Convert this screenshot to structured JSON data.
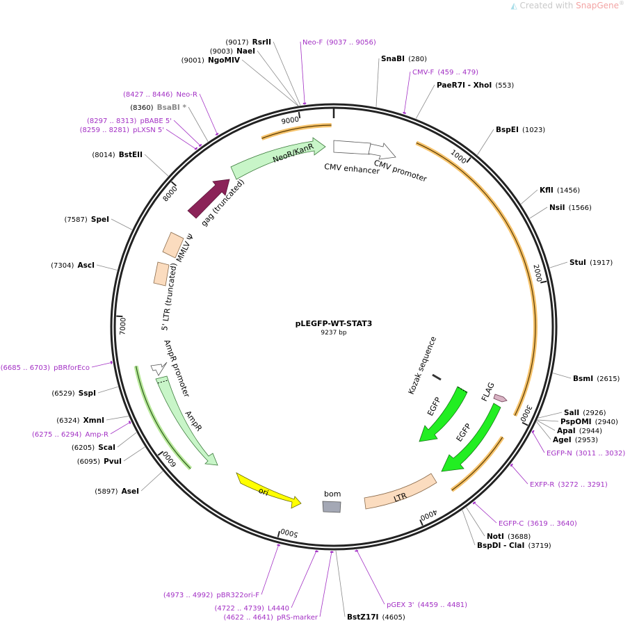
{
  "watermark": {
    "prefix": "Created with ",
    "brand": "SnapGene",
    "reg": "®"
  },
  "map": {
    "name": "pLEGFP-WT-STAT3",
    "size_label": "9237 bp",
    "length": 9237
  },
  "ticks": [
    {
      "pos": 1000,
      "label": "1000"
    },
    {
      "pos": 2000,
      "label": "2000"
    },
    {
      "pos": 3000,
      "label": "3000"
    },
    {
      "pos": 4000,
      "label": "4000"
    },
    {
      "pos": 5000,
      "label": "5000"
    },
    {
      "pos": 6000,
      "label": "6000"
    },
    {
      "pos": 7000,
      "label": "7000"
    },
    {
      "pos": 8000,
      "label": "8000"
    },
    {
      "pos": 9000,
      "label": "9000"
    }
  ],
  "sites": [
    {
      "name": "SnaBI",
      "coord": "(280)",
      "pos": 280,
      "kind": "enzyme"
    },
    {
      "name": "CMV-F",
      "coord": "(459 .. 479)",
      "pos": 469,
      "kind": "primer"
    },
    {
      "name": "PaeR7I - XhoI",
      "coord": "(553)",
      "pos": 553,
      "kind": "enzyme"
    },
    {
      "name": "BspEI",
      "coord": "(1023)",
      "pos": 1023,
      "kind": "enzyme"
    },
    {
      "name": "KflI",
      "coord": "(1456)",
      "pos": 1456,
      "kind": "enzyme"
    },
    {
      "name": "NsiI",
      "coord": "(1566)",
      "pos": 1566,
      "kind": "enzyme"
    },
    {
      "name": "StuI",
      "coord": "(1917)",
      "pos": 1917,
      "kind": "enzyme"
    },
    {
      "name": "BsmI",
      "coord": "(2615)",
      "pos": 2615,
      "kind": "enzyme"
    },
    {
      "name": "SalI",
      "coord": "(2926)",
      "pos": 2926,
      "kind": "enzyme"
    },
    {
      "name": "PspOMI",
      "coord": "(2940)",
      "pos": 2940,
      "kind": "enzyme"
    },
    {
      "name": "ApaI",
      "coord": "(2944)",
      "pos": 2944,
      "kind": "enzyme"
    },
    {
      "name": "AgeI",
      "coord": "(2953)",
      "pos": 2953,
      "kind": "enzyme"
    },
    {
      "name": "EGFP-N",
      "coord": "(3011 .. 3032)",
      "pos": 3021,
      "kind": "primer"
    },
    {
      "name": "EXFP-R",
      "coord": "(3272 .. 3291)",
      "pos": 3281,
      "kind": "primer"
    },
    {
      "name": "EGFP-C",
      "coord": "(3619 .. 3640)",
      "pos": 3629,
      "kind": "primer"
    },
    {
      "name": "NotI",
      "coord": "(3688)",
      "pos": 3688,
      "kind": "enzyme"
    },
    {
      "name": "BspDI - ClaI",
      "coord": "(3719)",
      "pos": 3719,
      "kind": "enzyme"
    },
    {
      "name": "pGEX 3'",
      "coord": "(4459 .. 4481)",
      "pos": 4470,
      "kind": "primer"
    },
    {
      "name": "BstZ17I",
      "coord": "(4605)",
      "pos": 4605,
      "kind": "enzyme"
    },
    {
      "name": "pRS-marker",
      "coord": "(4622 .. 4641)",
      "pos": 4631,
      "kind": "primer"
    },
    {
      "name": "L4440",
      "coord": "(4722 .. 4739)",
      "pos": 4730,
      "kind": "primer"
    },
    {
      "name": "pBR322ori-F",
      "coord": "(4973 .. 4992)",
      "pos": 4982,
      "kind": "primer"
    },
    {
      "name": "AseI",
      "coord": "(5897)",
      "pos": 5897,
      "kind": "enzyme"
    },
    {
      "name": "PvuI",
      "coord": "(6095)",
      "pos": 6095,
      "kind": "enzyme"
    },
    {
      "name": "ScaI",
      "coord": "(6205)",
      "pos": 6205,
      "kind": "enzyme"
    },
    {
      "name": "Amp-R",
      "coord": "(6275 .. 6294)",
      "pos": 6284,
      "kind": "primer"
    },
    {
      "name": "XmnI",
      "coord": "(6324)",
      "pos": 6324,
      "kind": "enzyme"
    },
    {
      "name": "SspI",
      "coord": "(6529)",
      "pos": 6529,
      "kind": "enzyme"
    },
    {
      "name": "pBRforEco",
      "coord": "(6685 .. 6703)",
      "pos": 6694,
      "kind": "primer"
    },
    {
      "name": "AscI",
      "coord": "(7304)",
      "pos": 7304,
      "kind": "enzyme"
    },
    {
      "name": "SpeI",
      "coord": "(7587)",
      "pos": 7587,
      "kind": "enzyme"
    },
    {
      "name": "BstEII",
      "coord": "(8014)",
      "pos": 8014,
      "kind": "enzyme"
    },
    {
      "name": "pLXSN 5'",
      "coord": "(8259 .. 8281)",
      "pos": 8270,
      "kind": "primer"
    },
    {
      "name": "pBABE 5'",
      "coord": "(8297 .. 8313)",
      "pos": 8305,
      "kind": "primer"
    },
    {
      "name": "BsaBI *",
      "coord": "(8360)",
      "pos": 8360,
      "kind": "enzyme-gray"
    },
    {
      "name": "Neo-R",
      "coord": "(8427 .. 8446)",
      "pos": 8436,
      "kind": "primer"
    },
    {
      "name": "NgoMIV",
      "coord": "(9001)",
      "pos": 9001,
      "kind": "enzyme"
    },
    {
      "name": "NaeI",
      "coord": "(9003)",
      "pos": 9003,
      "kind": "enzyme"
    },
    {
      "name": "RsrII",
      "coord": "(9017)",
      "pos": 9017,
      "kind": "enzyme"
    },
    {
      "name": "Neo-F",
      "coord": "(9037 .. 9056)",
      "pos": 9046,
      "kind": "primer"
    }
  ],
  "features": [
    {
      "name": "NeoR/KanR",
      "type": "cds"
    },
    {
      "name": "CMV enhancer",
      "type": "enhancer"
    },
    {
      "name": "CMV promoter",
      "type": "promoter"
    },
    {
      "name": "gag (truncated)",
      "type": "gag"
    },
    {
      "name": "MMLV Ψ",
      "type": "misc"
    },
    {
      "name": "5' LTR (truncated)",
      "type": "ltr"
    },
    {
      "name": "AmpR promoter",
      "type": "promoter"
    },
    {
      "name": "AmpR",
      "type": "cds"
    },
    {
      "name": "ori",
      "type": "ori"
    },
    {
      "name": "bom",
      "type": "bom"
    },
    {
      "name": "LTR",
      "type": "ltr"
    },
    {
      "name": "EGFP",
      "type": "egfp"
    },
    {
      "name": "EGFP",
      "type": "egfp"
    },
    {
      "name": "FLAG",
      "type": "tag"
    },
    {
      "name": "Kozak sequence",
      "type": "misc"
    }
  ],
  "colors": {
    "backbone": "#222222",
    "primer": "#a22fc4",
    "enzyme_line": "#8a8a8a",
    "cds_green_light": "#c8f5c8",
    "egfp_green": "#22ee22",
    "gag": "#8b2358",
    "ltr": "#fbdcbf",
    "ori": "#ffff00",
    "bom": "#a4a8b5",
    "orange_arc": "#f5c26b",
    "dark_line": "#5a3a00"
  }
}
